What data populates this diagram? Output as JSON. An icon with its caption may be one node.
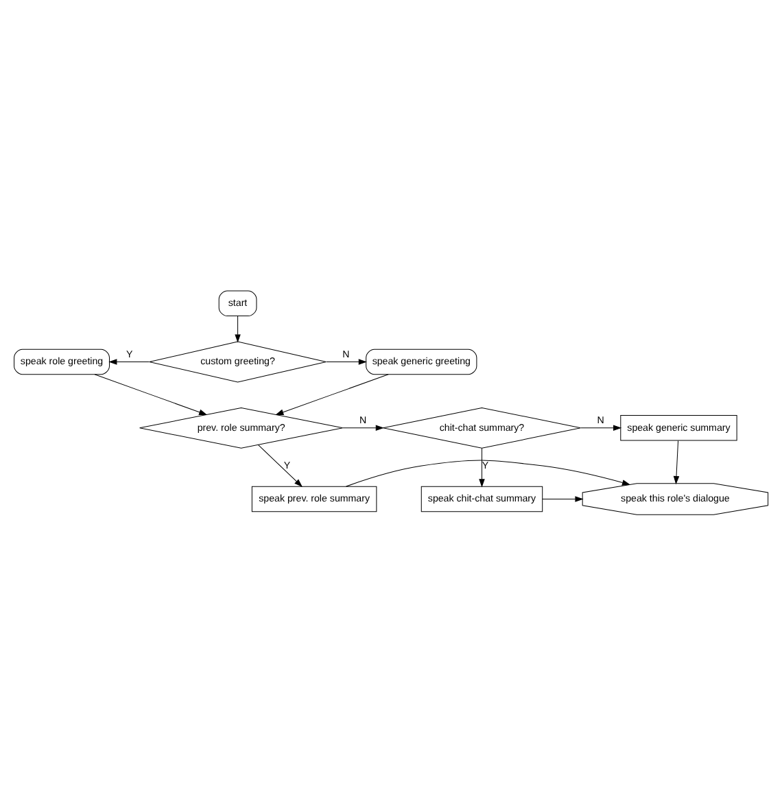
{
  "diagram": {
    "nodes": [
      {
        "text": [
          "start"
        ]
      },
      {
        "text": [
          "custom greeting?"
        ]
      },
      {
        "text": [
          "speak role greeting"
        ]
      },
      {
        "text": [
          "speak generic greeting"
        ]
      },
      {
        "text": [
          "prev. role summary?"
        ]
      },
      {
        "text": [
          "chit-chat summary?"
        ]
      },
      {
        "text": [
          "speak generic summary"
        ]
      },
      {
        "text": [
          "speak prev. role summary"
        ]
      },
      {
        "text": [
          "speak chit-chat summary"
        ]
      },
      {
        "text": [
          "speak this role's dialogue"
        ]
      }
    ],
    "edges": [
      {
        "from": 0,
        "to": 1,
        "arrow": "to"
      },
      {
        "from": 1,
        "to": 2,
        "arrow": "to",
        "label": "Y"
      },
      {
        "from": 1,
        "to": 3,
        "arrow": "to",
        "label": "N"
      },
      {
        "from": 2,
        "to": 4,
        "arrow": "to"
      },
      {
        "from": 3,
        "to": 4,
        "arrow": "to"
      },
      {
        "from": 4,
        "to": 5,
        "arrow": "to",
        "label": "N"
      },
      {
        "from": 4,
        "to": 7,
        "arrow": "to",
        "label": "Y"
      },
      {
        "from": 5,
        "to": 6,
        "arrow": "to",
        "label": "N"
      },
      {
        "from": 5,
        "to": 8,
        "arrow": "to",
        "label": "Y"
      },
      {
        "from": 6,
        "to": 9,
        "arrow": "to"
      },
      {
        "from": 8,
        "to": 9,
        "arrow": "to"
      },
      {
        "from": 7,
        "to": 9,
        "arrow": "to"
      }
    ]
  }
}
